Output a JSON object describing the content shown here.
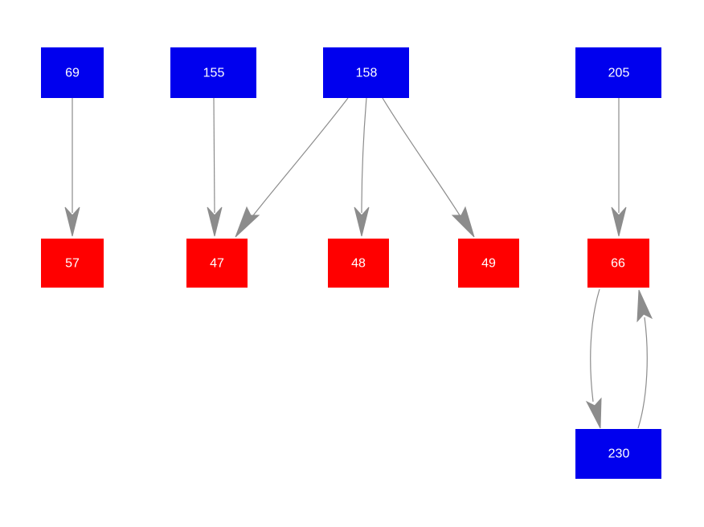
{
  "colors": {
    "blue_node": "#0000ee",
    "red_node": "#ff0000",
    "edge": "#8c8c8c",
    "label": "#ffffff",
    "background": "#ffffff"
  },
  "nodes": [
    {
      "id": "n69",
      "label": "69",
      "color": "blue"
    },
    {
      "id": "n155",
      "label": "155",
      "color": "blue"
    },
    {
      "id": "n158",
      "label": "158",
      "color": "blue"
    },
    {
      "id": "n205",
      "label": "205",
      "color": "blue"
    },
    {
      "id": "n57",
      "label": "57",
      "color": "red"
    },
    {
      "id": "n47",
      "label": "47",
      "color": "red"
    },
    {
      "id": "n48",
      "label": "48",
      "color": "red"
    },
    {
      "id": "n49",
      "label": "49",
      "color": "red"
    },
    {
      "id": "n66",
      "label": "66",
      "color": "red"
    },
    {
      "id": "n230",
      "label": "230",
      "color": "blue"
    }
  ],
  "edges": [
    {
      "from": "n69",
      "to": "n57"
    },
    {
      "from": "n155",
      "to": "n47"
    },
    {
      "from": "n158",
      "to": "n47"
    },
    {
      "from": "n158",
      "to": "n48"
    },
    {
      "from": "n158",
      "to": "n49"
    },
    {
      "from": "n205",
      "to": "n66"
    },
    {
      "from": "n66",
      "to": "n230"
    },
    {
      "from": "n230",
      "to": "n66"
    }
  ]
}
